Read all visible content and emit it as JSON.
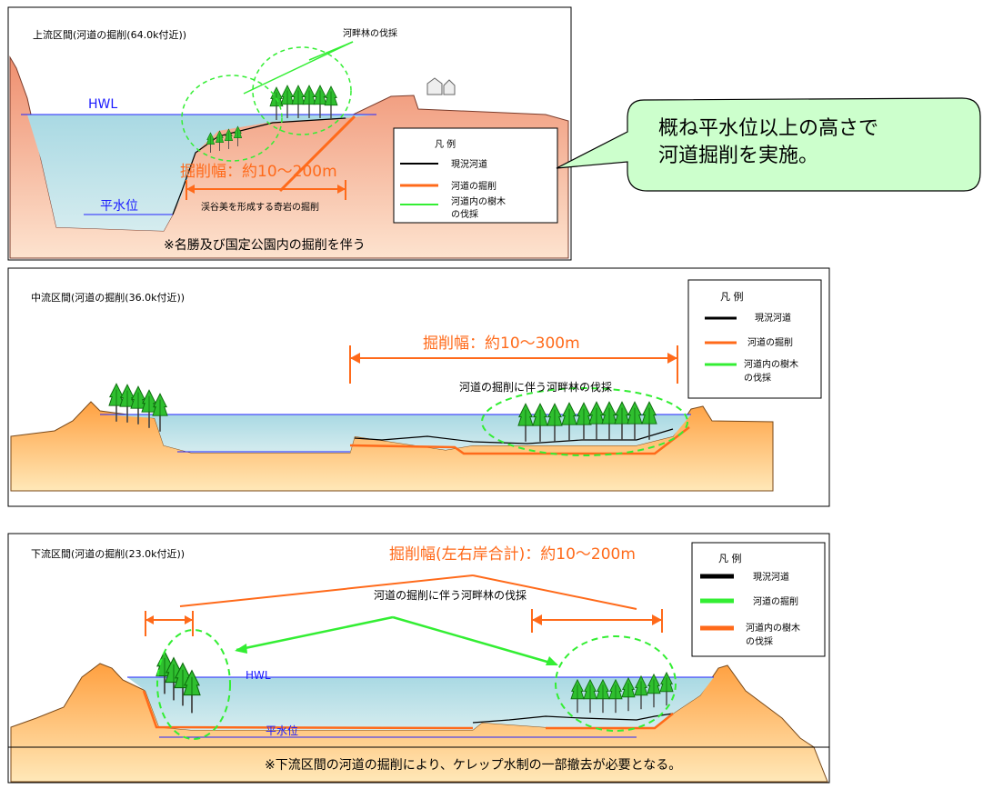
{
  "panel1": {
    "title": "上流区間(河道の掘削(64.0k付近))",
    "label_trees": "河畔林の伐採",
    "label_hwl": "HWL",
    "label_normal_water": "平水位",
    "label_width": "掘削幅：約10～200m",
    "label_rock": "渓谷美を形成する奇岩の掘削",
    "note": "※名勝及び国定公園内の掘削を伴う",
    "legend": {
      "title": "凡 例",
      "items": [
        {
          "label": "現況河道",
          "color": "#000000"
        },
        {
          "label": "河道の掘削",
          "color": "#ff6a1a"
        },
        {
          "label": "河道内の樹木",
          "label2": "の伐採",
          "color": "#33ee33"
        }
      ]
    }
  },
  "callout": {
    "line1": "概ね平水位以上の高さで",
    "line2": "河道掘削を実施。"
  },
  "panel2": {
    "title": "中流区間(河道の掘削(36.0k付近))",
    "label_width": "掘削幅：約10～300m",
    "label_trees": "河道の掘削に伴う河畔林の伐採",
    "legend": {
      "title": "凡 例",
      "items": [
        {
          "label": "現況河道",
          "color": "#000000"
        },
        {
          "label": "河道の掘削",
          "color": "#ff6a1a"
        },
        {
          "label": "河道内の樹木",
          "label2": "の伐採",
          "color": "#33ee33"
        }
      ]
    }
  },
  "panel3": {
    "title": "下流区間(河道の掘削(23.0k付近))",
    "label_width": "掘削幅(左右岸合計)：約10～200m",
    "label_trees": "河道の掘削に伴う河畔林の伐採",
    "label_hwl": "HWL",
    "label_normal_water": "平水位",
    "note": "※下流区間の河道の掘削により、ケレップ水制の一部撤去が必要となる。",
    "legend": {
      "title": "凡 例",
      "items": [
        {
          "label": "現況河道",
          "color": "#000000"
        },
        {
          "label": "河道の掘削",
          "color": "#33ee33"
        },
        {
          "label": "河道内の樹木",
          "label2": "の伐採",
          "color": "#ff6a1a"
        }
      ]
    }
  },
  "colors": {
    "excavation": "#ff6a1a",
    "trees": "#33ee33",
    "water": "#c6e5ea",
    "water_line": "#1a1aff",
    "ground_top": "#ff9e4a",
    "ground_bottom": "#ffe6b3"
  }
}
